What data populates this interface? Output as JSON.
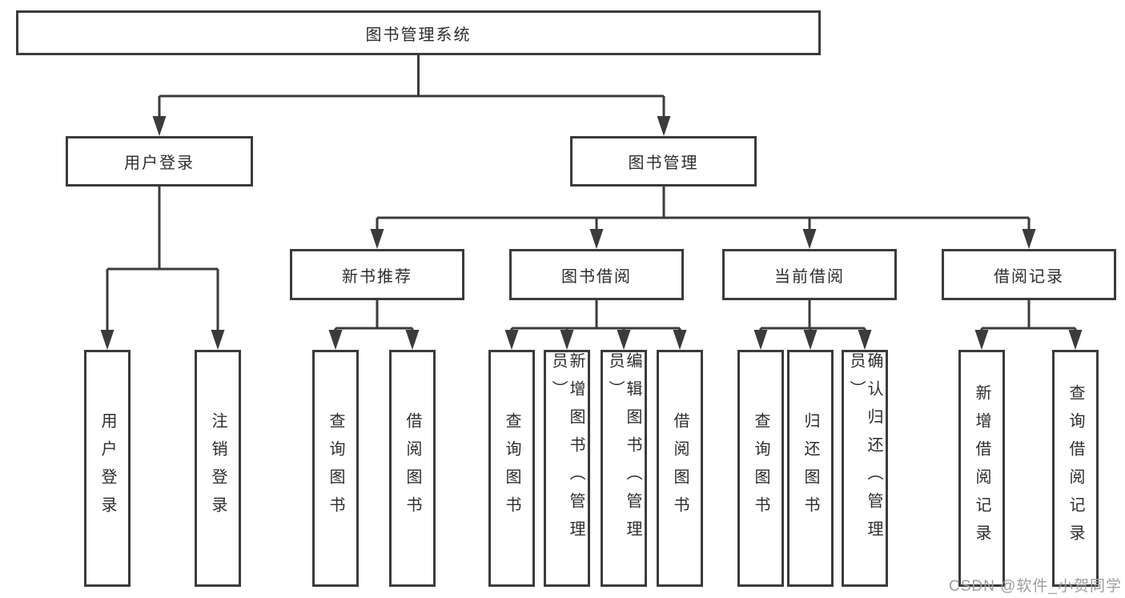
{
  "tree": {
    "root": {
      "label": "图书管理系统"
    },
    "level2": [
      {
        "label": "用户登录",
        "children": [
          {
            "label": "用户登录"
          },
          {
            "label": "注销登录"
          }
        ]
      },
      {
        "label": "图书管理",
        "children": [
          {
            "label": "新书推荐",
            "children": [
              {
                "label": "查询图书"
              },
              {
                "label": "借阅图书"
              }
            ]
          },
          {
            "label": "图书借阅",
            "children": [
              {
                "label": "查询图书"
              },
              {
                "label": "新增图书（管理员）"
              },
              {
                "label": "编辑图书（管理员）"
              },
              {
                "label": "借阅图书"
              }
            ]
          },
          {
            "label": "当前借阅",
            "children": [
              {
                "label": "查询图书"
              },
              {
                "label": "归还图书"
              },
              {
                "label": "确认归还（管理员）"
              }
            ]
          },
          {
            "label": "借阅记录",
            "children": [
              {
                "label": "新增借阅记录"
              },
              {
                "label": "查询借阅记录"
              }
            ]
          }
        ]
      }
    ]
  },
  "watermark": {
    "text": "CSDN @软件_小贺同学"
  },
  "colors": {
    "line": "#3b3b3b",
    "box_border": "#3b3b3b",
    "text": "#2d2d2d",
    "watermark": "#9e9e9e",
    "background": "#ffffff"
  }
}
